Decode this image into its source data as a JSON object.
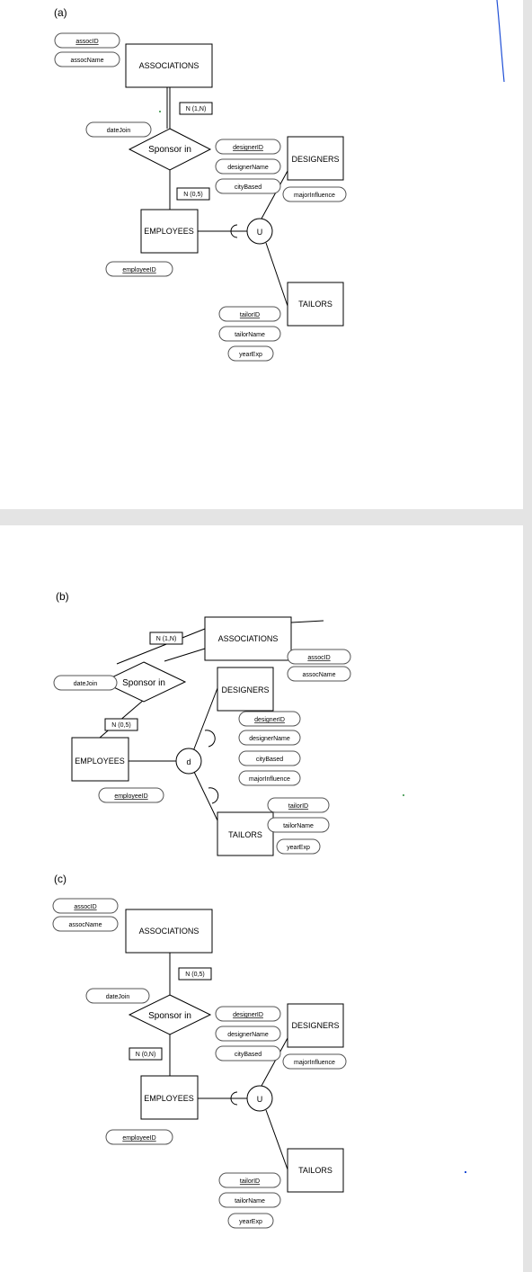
{
  "diagrams": {
    "a": {
      "label": "(a)",
      "entities": {
        "associations": "ASSOCIATIONS",
        "employees": "EMPLOYEES",
        "designers": "DESIGNERS",
        "tailors": "TAILORS"
      },
      "relationship": "Sponsor in",
      "attributes": {
        "assocID": "assocID",
        "assocName": "assocName",
        "dateJoin": "dateJoin",
        "employeeID": "employeeID",
        "designerID": "designerID",
        "designerName": "designerName",
        "cityBased": "cityBased",
        "majorInfluence": "majorInfluence",
        "tailorID": "tailorID",
        "tailorName": "tailorName",
        "yearExp": "yearExp"
      },
      "cardinalities": {
        "associations": "N (1,N)",
        "employees": "N (0,5)"
      },
      "union_symbol": "U"
    },
    "b": {
      "label": "(b)",
      "entities": {
        "associations": "ASSOCIATIONS",
        "employees": "EMPLOYEES",
        "designers": "DESIGNERS",
        "tailors": "TAILORS"
      },
      "relationship": "Sponsor in",
      "attributes": {
        "assocID": "assocID",
        "assocName": "assocName",
        "dateJoin": "dateJoin",
        "employeeID": "employeeID",
        "designerID": "designerID",
        "designerName": "designerName",
        "cityBased": "cityBased",
        "majorInfluence": "majorInfluence",
        "tailorID": "tailorID",
        "tailorName": "tailorName",
        "yearExp": "yearExp"
      },
      "cardinalities": {
        "associations": "N (1,N)",
        "employees": "N (0,5)"
      },
      "disjoint_symbol": "d"
    },
    "c": {
      "label": "(c)",
      "entities": {
        "associations": "ASSOCIATIONS",
        "employees": "EMPLOYEES",
        "designers": "DESIGNERS",
        "tailors": "TAILORS"
      },
      "relationship": "Sponsor in",
      "attributes": {
        "assocID": "assocID",
        "assocName": "assocName",
        "dateJoin": "dateJoin",
        "employeeID": "employeeID",
        "designerID": "designerID",
        "designerName": "designerName",
        "cityBased": "cityBased",
        "majorInfluence": "majorInfluence",
        "tailorID": "tailorID",
        "tailorName": "tailorName",
        "yearExp": "yearExp"
      },
      "cardinalities": {
        "associations": "N (0,5)",
        "employees": "N (0,N)"
      },
      "union_symbol": "U"
    }
  },
  "colors": {
    "pen_annotation": "#1f4fd6",
    "page_gap": "#e4e4e4"
  }
}
